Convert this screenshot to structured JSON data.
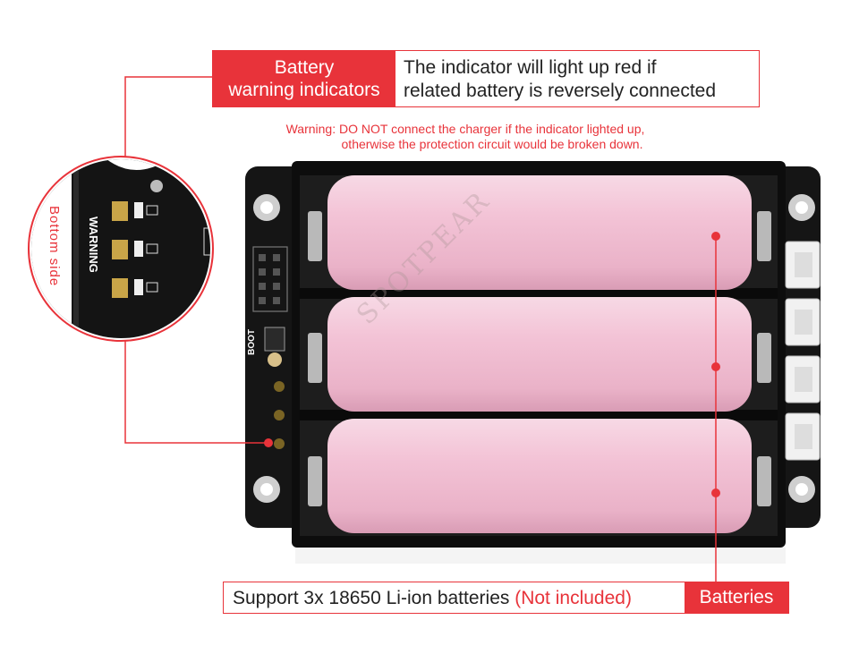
{
  "top_callout": {
    "tag_line1": "Battery",
    "tag_line2": "warning indicators",
    "desc_line1": "The indicator will light up red if",
    "desc_line2": "related battery is reversely connected"
  },
  "warning": {
    "line1": "Warning: DO NOT connect the charger if the indicator lighted up,",
    "line2": "otherwise the protection circuit would be broken down."
  },
  "zoom": {
    "side_label": "Bottom side",
    "silk_label": "WARNING"
  },
  "board": {
    "button_label": "BOOT",
    "watermark": "SPOTPEAR"
  },
  "bottom_callout": {
    "desc": "Support 3x 18650 Li-ion batteries",
    "note": "(Not included)",
    "tag": "Batteries"
  },
  "colors": {
    "accent": "#e8333a",
    "board": "#141414",
    "battery": "#f2c4d6"
  }
}
